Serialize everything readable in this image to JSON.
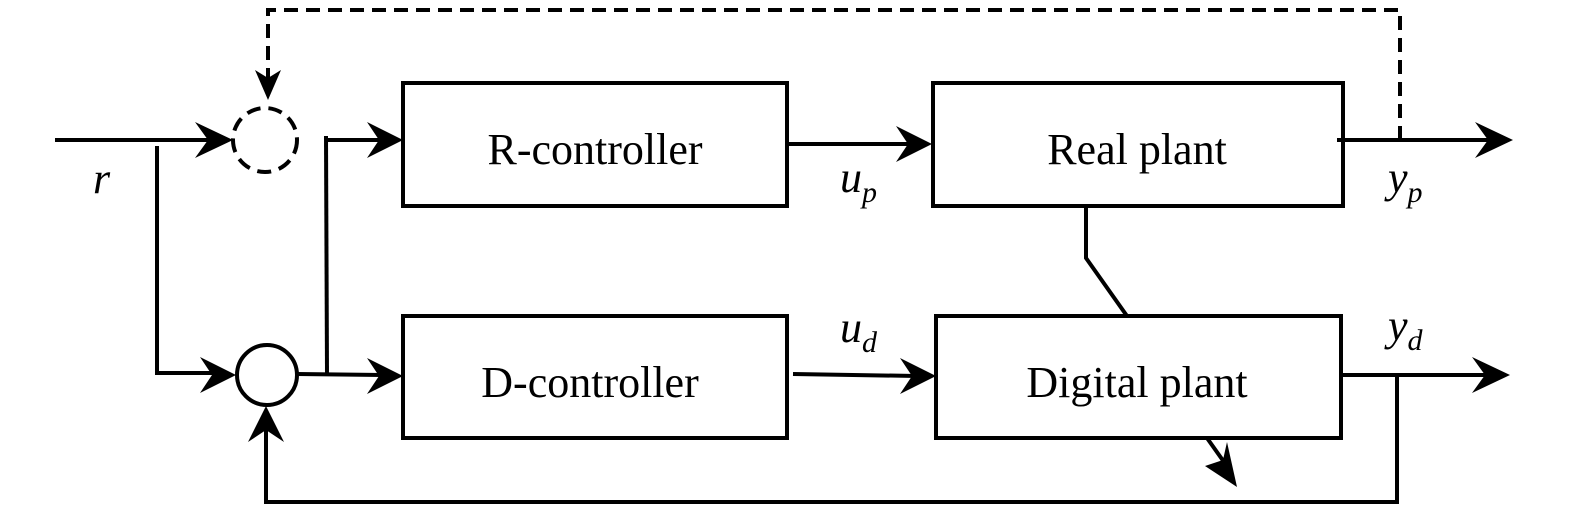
{
  "blocks": {
    "r_controller": "R-controller",
    "d_controller": "D-controller",
    "real_plant": "Real plant",
    "digital_plant": "Digital plant"
  },
  "signals": {
    "r": "r",
    "u": "u",
    "u_p_sub": "p",
    "u_d_sub": "d",
    "y": "y",
    "y_p_sub": "p",
    "y_d_sub": "d"
  }
}
